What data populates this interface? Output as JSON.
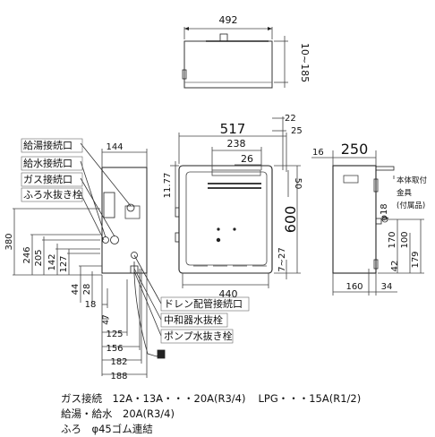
{
  "callouts_left": [
    "給湯接続口",
    "給水接続口",
    "ガス接続口",
    "ふろ水抜き栓"
  ],
  "callouts_right": [
    "ドレン配管接続口",
    "中和器水抜栓",
    "ポンプ水抜き栓"
  ],
  "side_note": [
    "本体取付",
    "金具",
    "(付属品)"
  ],
  "dims": {
    "top_width": "492",
    "top_depth": "10~185",
    "front_width": "517",
    "front_238": "238",
    "front_26": "26",
    "front_22": "22",
    "front_25": "25",
    "front_50": "50",
    "front_1177": "11.77",
    "front_height": "600",
    "front_727": "7~27",
    "front_440": "440",
    "left_144": "144",
    "left_380": "380",
    "left_246": "246",
    "left_205": "205",
    "left_142": "142",
    "left_127": "127",
    "left_44": "44",
    "left_28": "28",
    "left_18": "18",
    "left_47": "47",
    "left_125": "125",
    "left_156": "156",
    "left_182": "182",
    "left_188": "188",
    "side_16": "16",
    "side_depth": "250",
    "side_phi18": "φ18",
    "side_170": "170",
    "side_100": "100",
    "side_42": "42",
    "side_179": "179",
    "side_160": "160",
    "side_34": "34"
  },
  "notes": {
    "gas": "ガス接続　12A・13A・・・20A(R3/4)",
    "lpg": "LPG・・・15A(R1/2)",
    "water": "給湯・給水　20A(R3/4)",
    "bath": "ふろ　φ45ゴム連結"
  }
}
